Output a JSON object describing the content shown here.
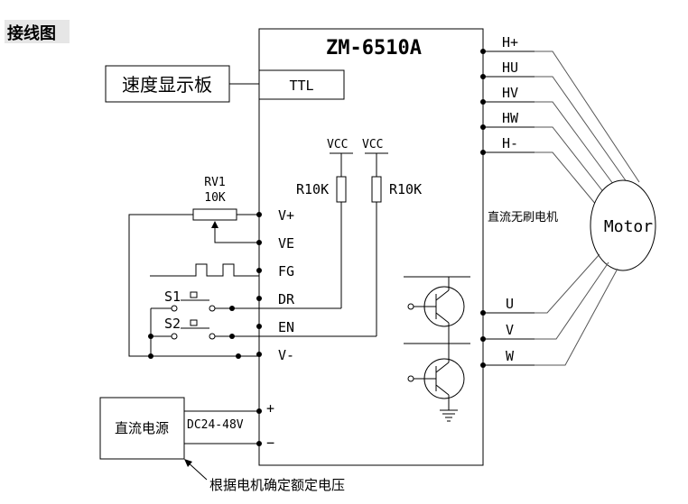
{
  "heading": "接线图",
  "controller": {
    "model": "ZM-6510A",
    "ttl": "TTL"
  },
  "speed_display": "速度显示板",
  "hall_pins": [
    "H+",
    "HU",
    "HV",
    "HW",
    "H-"
  ],
  "motor": {
    "label": "Motor",
    "type": "直流无刷电机"
  },
  "phase_pins": [
    "U",
    "V",
    "W"
  ],
  "control_pins": [
    "V+",
    "VE",
    "FG",
    "DR",
    "EN",
    "V-"
  ],
  "pullups": [
    {
      "supply": "VCC",
      "resistor": "R10K"
    },
    {
      "supply": "VCC",
      "resistor": "R10K"
    }
  ],
  "potentiometer": {
    "name": "RV1",
    "value": "10K"
  },
  "switches": [
    "S1",
    "S2"
  ],
  "power": {
    "label": "直流电源",
    "voltage": "DC24-48V",
    "plus": "+",
    "minus": "−",
    "note": "根据电机确定额定电压"
  }
}
